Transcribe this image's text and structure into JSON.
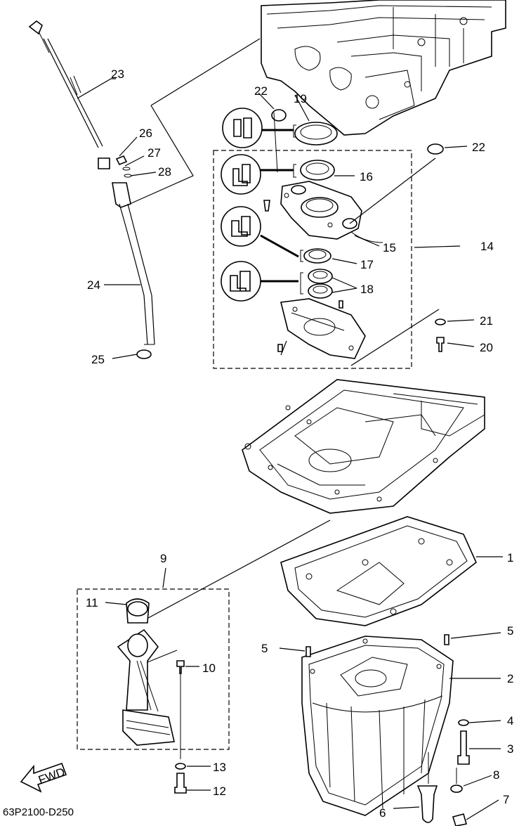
{
  "diagram_code": "63P2100-D250",
  "fwd_label": "FWD",
  "callouts": {
    "c1": "1",
    "c2": "2",
    "c3": "3",
    "c4": "4",
    "c5a": "5",
    "c5b": "5",
    "c6": "6",
    "c7": "7",
    "c8": "8",
    "c9": "9",
    "c10": "10",
    "c11": "11",
    "c12": "12",
    "c13": "13",
    "c14": "14",
    "c15": "15",
    "c16": "16",
    "c17": "17",
    "c18": "18",
    "c19": "19",
    "c20": "20",
    "c21": "21",
    "c22a": "22",
    "c22b": "22",
    "c23": "23",
    "c24": "24",
    "c25": "25",
    "c26": "26",
    "c27": "27",
    "c28": "28"
  },
  "lip_icons": [
    "seal-lip-icon",
    "seal-lip-icon",
    "seal-lip-icon",
    "double-seal-lip-icon"
  ]
}
